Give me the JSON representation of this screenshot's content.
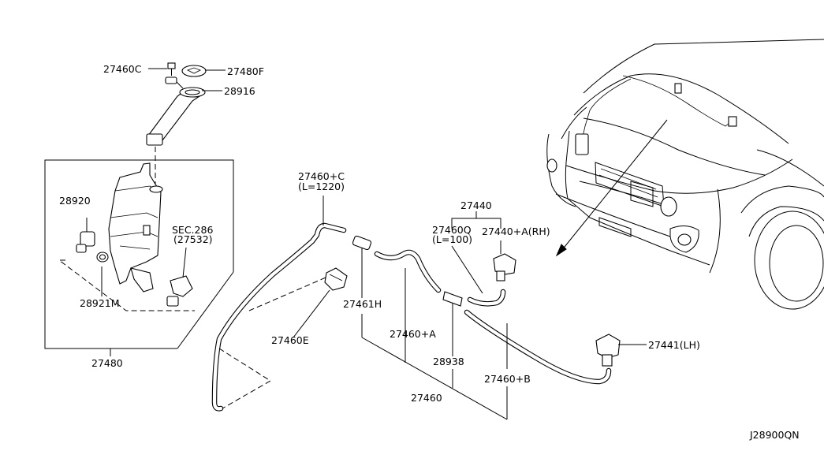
{
  "diagram_id": "J28900QN",
  "callouts": {
    "c27460C": "27460C",
    "c27480F": "27480F",
    "c28916": "28916",
    "c28920": "28920",
    "c28921M": "28921M",
    "c27480": "27480",
    "sec286_line1": "SEC.286",
    "sec286_line2": "(27532)",
    "c27460C_hose_line1": "27460+C",
    "c27460C_hose_line2": "(L=1220)",
    "c27460E": "27460E",
    "c27461H": "27461H",
    "c27460A": "27460+A",
    "c27460": "27460",
    "c28938": "28938",
    "c27460B": "27460+B",
    "c27440": "27440",
    "c27460Q_line1": "27460Q",
    "c27460Q_line2": "(L=100)",
    "c27440A": "27440+A(RH)",
    "c27441": "27441(LH)"
  }
}
